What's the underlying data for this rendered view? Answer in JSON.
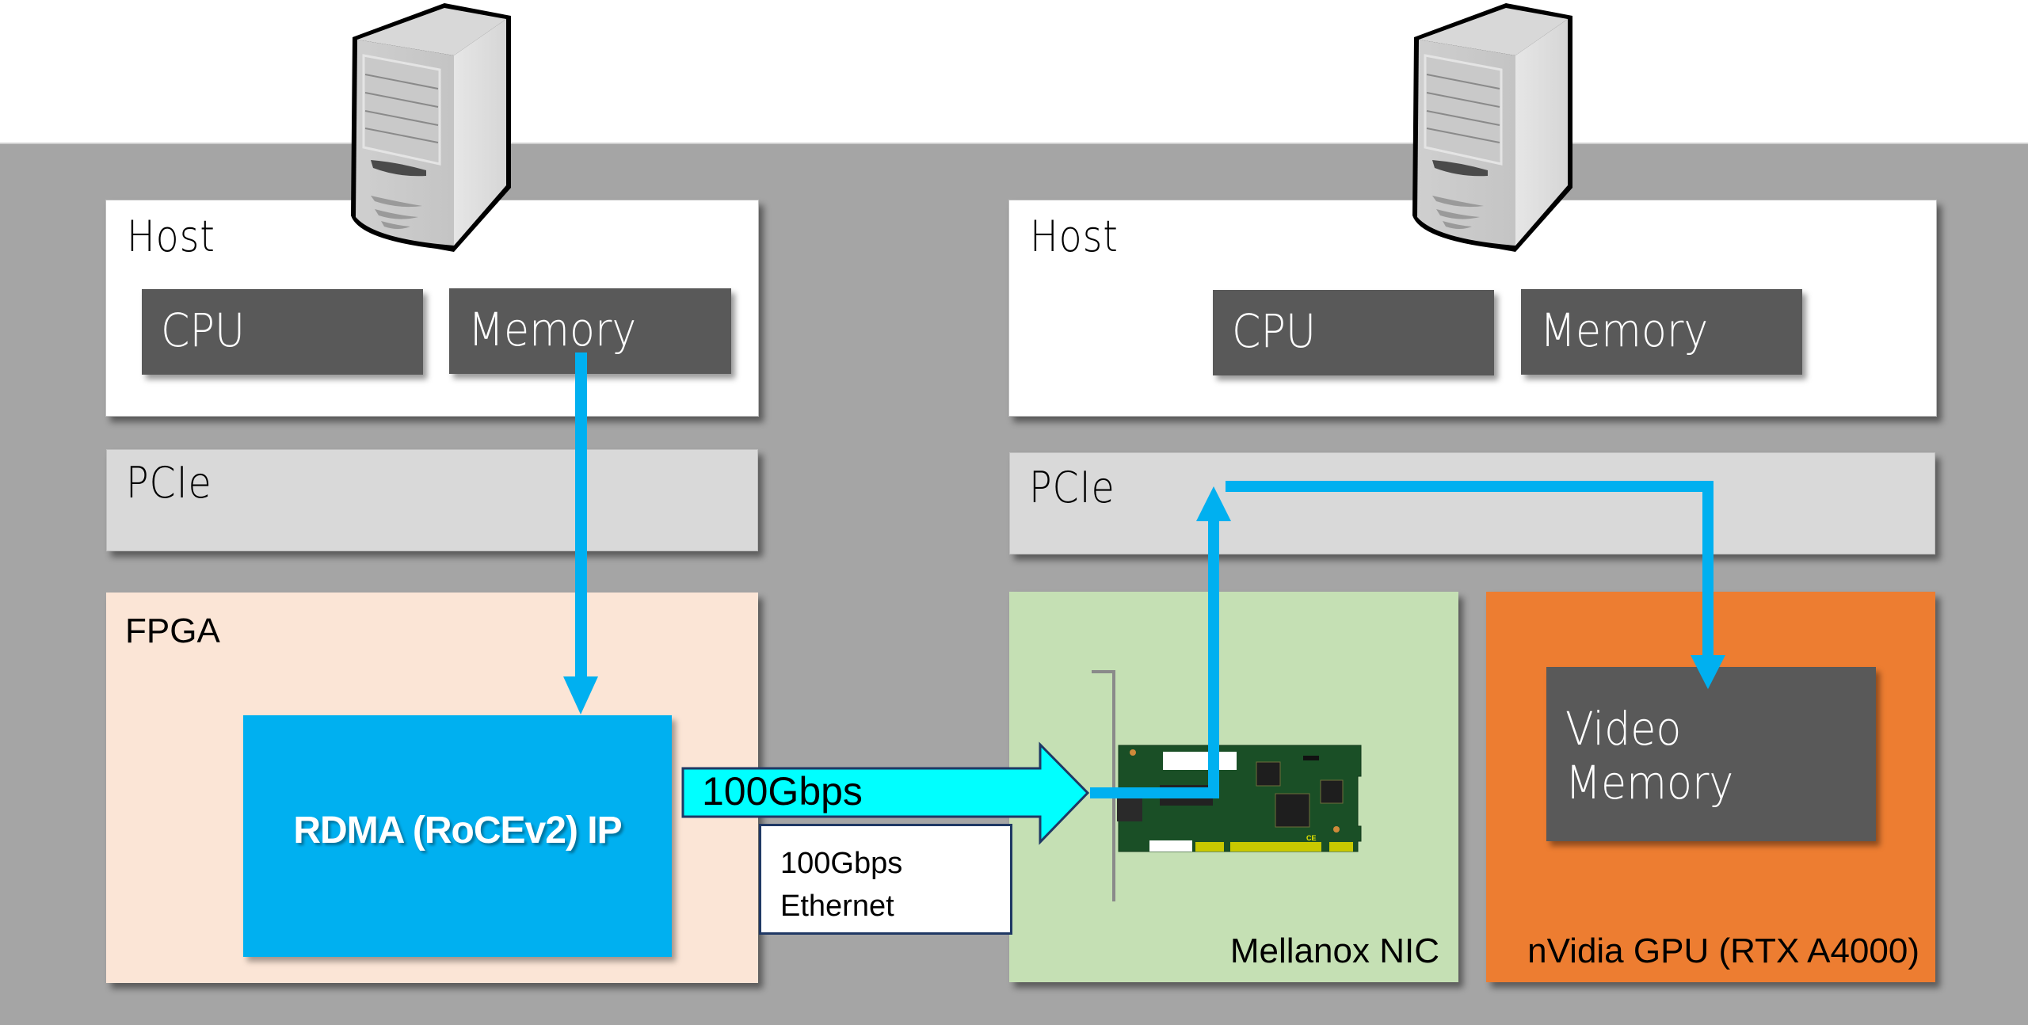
{
  "diagram": {
    "title": "FPGA RDMA (RoCEv2) to GPU memory transfer over 100Gbps Ethernet",
    "colors": {
      "background_band": "#a5a5a5",
      "host": "#ffffff",
      "pcie": "#d9d9d9",
      "fpga": "#fbe5d6",
      "rdma_ip": "#00b0f0",
      "nic": "#c5e0b4",
      "gpu": "#ed7d31",
      "dark_block": "#595959",
      "data_path": "#00b0f0",
      "link_arrow": "#00ffff"
    },
    "left_system": {
      "server_icon": "server-tower-icon",
      "host": {
        "label": "Host",
        "cpu": "CPU",
        "memory": "Memory"
      },
      "pcie": {
        "label": "PCIe"
      },
      "fpga": {
        "label": "FPGA",
        "ip_block": "RDMA (RoCEv2) IP"
      }
    },
    "link": {
      "arrow_label": "100Gbps",
      "caption_line1": "100Gbps",
      "caption_line2": "Ethernet"
    },
    "right_system": {
      "server_icon": "server-tower-icon",
      "host": {
        "label": "Host",
        "cpu": "CPU",
        "memory": "Memory"
      },
      "pcie": {
        "label": "PCIe"
      },
      "nic": {
        "label": "Mellanox NIC",
        "card_icon": "network-card-icon",
        "card_mark": "CE"
      },
      "gpu": {
        "label": "nVidia GPU (RTX A4000)",
        "video_memory_line1": "Video",
        "video_memory_line2": "Memory"
      }
    },
    "flows": [
      {
        "from": "Host Memory",
        "to": "RDMA (RoCEv2) IP"
      },
      {
        "from": "RDMA (RoCEv2) IP",
        "to": "Mellanox NIC",
        "via": "100Gbps Ethernet"
      },
      {
        "from": "Mellanox NIC",
        "to": "PCIe"
      },
      {
        "from": "PCIe",
        "to": "Video Memory"
      }
    ]
  }
}
